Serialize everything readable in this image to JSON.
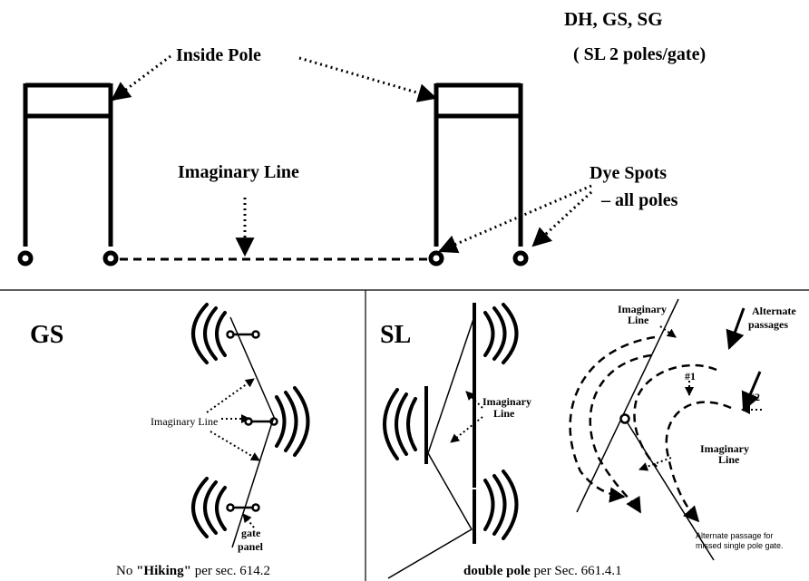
{
  "top": {
    "heading_events": "DH, GS, SG",
    "heading_note": "( SL 2 poles/gate)",
    "label_inside_pole": "Inside Pole",
    "label_imaginary_line": "Imaginary Line",
    "label_dye_spots_1": "Dye Spots",
    "label_dye_spots_2": "– all poles"
  },
  "gs_panel": {
    "title": "GS",
    "imaginary_line_label": "Imaginary Line",
    "gate_label_1": "gate",
    "gate_label_2": "panel",
    "caption_prefix": "No ",
    "caption_bold": "\"Hiking\"",
    "caption_suffix": " per sec. 614.2"
  },
  "sl_panel": {
    "title": "SL",
    "imaginary_line_label_1": "Imaginary",
    "imaginary_line_label_2": "Line",
    "caption_bold": "double pole",
    "caption_suffix": " per Sec. 661.4.1"
  },
  "sl_right": {
    "imaginary_top_1": "Imaginary",
    "imaginary_top_2": "Line",
    "alternate_1": "Alternate",
    "alternate_2": "passages",
    "marker_1": "#1",
    "marker_2": "#2",
    "imaginary_low_1": "Imaginary",
    "imaginary_low_2": "Line",
    "note_1": "Alternate passage for",
    "note_2": "missed single pole gate."
  }
}
